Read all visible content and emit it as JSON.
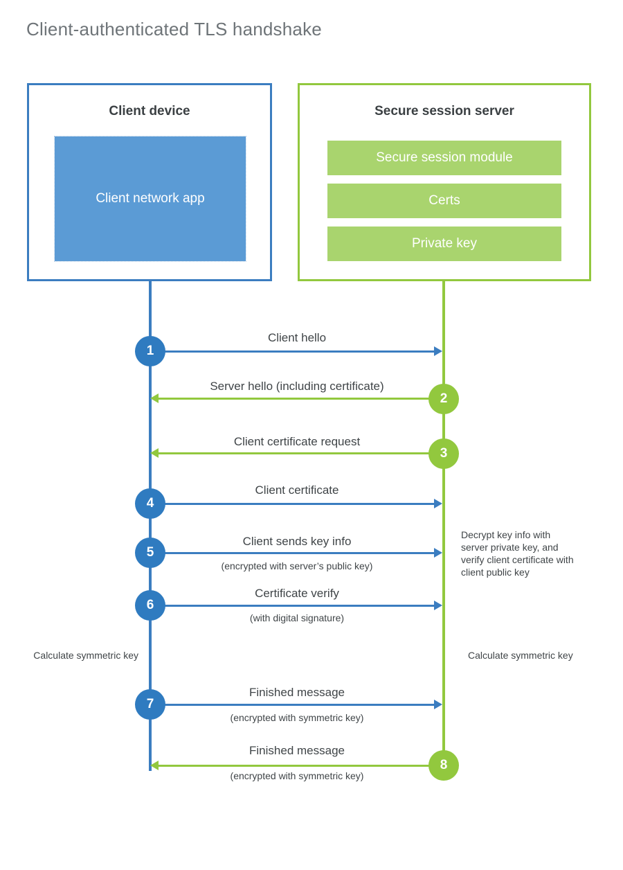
{
  "title": "Client-authenticated TLS handshake",
  "colors": {
    "client_blue": "#3b7dc0",
    "client_fill_blue": "#5b9bd5",
    "server_green": "#92c83e",
    "server_fill_green": "#a9d46e",
    "text": "#3f4447",
    "title_text": "#6e7478"
  },
  "client": {
    "title": "Client device",
    "app_label": "Client network app"
  },
  "server": {
    "title": "Secure session server",
    "bars": [
      {
        "label": "Secure session module"
      },
      {
        "label": "Certs"
      },
      {
        "label": "Private key"
      }
    ]
  },
  "steps": [
    {
      "number": "1",
      "label": "Client hello",
      "sublabel": "",
      "direction": "right",
      "color": "blue"
    },
    {
      "number": "2",
      "label": "Server hello (including certificate)",
      "sublabel": "",
      "direction": "left",
      "color": "green"
    },
    {
      "number": "3",
      "label": "Client certificate request",
      "sublabel": "",
      "direction": "left",
      "color": "green"
    },
    {
      "number": "4",
      "label": "Client certificate",
      "sublabel": "",
      "direction": "right",
      "color": "blue"
    },
    {
      "number": "5",
      "label": "Client sends key info",
      "sublabel": "(encrypted with server’s public key)",
      "direction": "right",
      "color": "blue"
    },
    {
      "number": "6",
      "label": "Certificate verify",
      "sublabel": "(with digital signature)",
      "direction": "right",
      "color": "blue"
    },
    {
      "number": "7",
      "label": "Finished message",
      "sublabel": "(encrypted with symmetric key)",
      "direction": "right",
      "color": "blue"
    },
    {
      "number": "8",
      "label": "Finished message",
      "sublabel": "(encrypted with symmetric key)",
      "direction": "left",
      "color": "green"
    }
  ],
  "notes": {
    "server_decrypt": "Decrypt key info with server private key, and verify client certificate with client public key",
    "client_calculate": "Calculate symmetric key",
    "server_calculate": "Calculate symmetric key"
  }
}
